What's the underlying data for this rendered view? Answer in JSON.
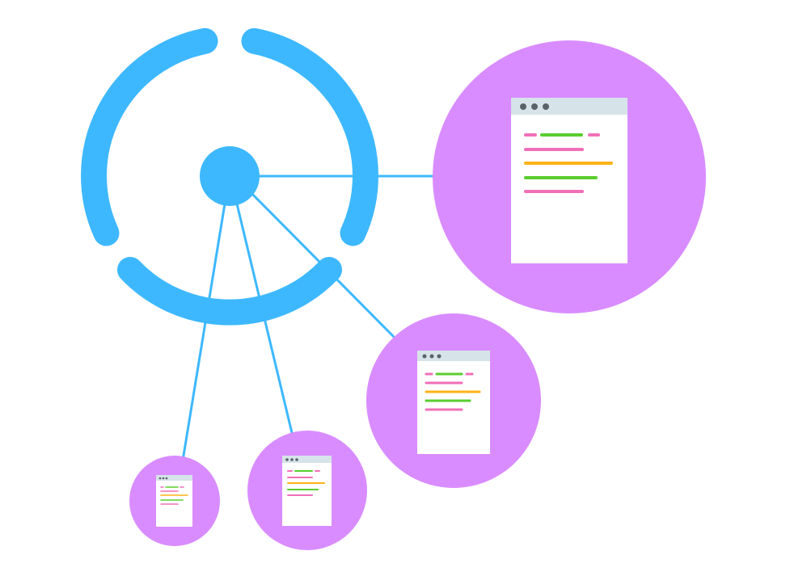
{
  "colors": {
    "background": "#ffffff",
    "hub": "#3db8ff",
    "connector": "#3db8ff",
    "node_fill": "#d98cff",
    "window_body": "#ffffff",
    "window_titlebar": "#d6e3e8",
    "titlebar_dots": "#5a6269",
    "code_pink": "#f06fb7",
    "code_green": "#5acd2e",
    "code_orange": "#ffb316"
  },
  "icons": {
    "hub": "hub-ring-icon",
    "node": "code-window-icon"
  },
  "nodes": [
    {
      "id": "large",
      "content": "code-window"
    },
    {
      "id": "medium",
      "content": "code-window"
    },
    {
      "id": "small",
      "content": "code-window"
    },
    {
      "id": "tiny",
      "content": "code-window"
    }
  ],
  "code_line_colors": [
    "pink-green-pink",
    "pink",
    "orange",
    "green",
    "pink"
  ]
}
